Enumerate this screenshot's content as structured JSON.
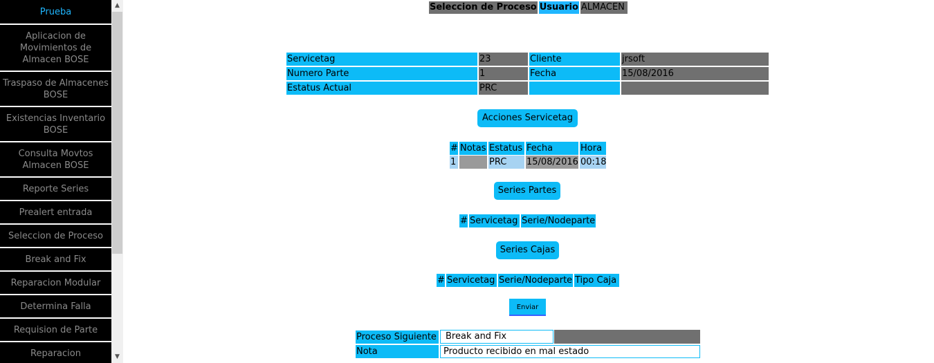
{
  "sidebar": {
    "items": [
      {
        "label": "Prueba",
        "active": true
      },
      {
        "label": "Aplicacion de Movimientos de Almacen BOSE"
      },
      {
        "label": "Traspaso de Almacenes BOSE"
      },
      {
        "label": "Existencias Inventario BOSE"
      },
      {
        "label": "Consulta Movtos Almacen BOSE"
      },
      {
        "label": "Reporte Series"
      },
      {
        "label": "Prealert entrada"
      },
      {
        "label": "Seleccion de Proceso"
      },
      {
        "label": "Break and Fix"
      },
      {
        "label": "Reparacion Modular"
      },
      {
        "label": "Determina Falla"
      },
      {
        "label": "Requision de Parte"
      },
      {
        "label": "Reparacion"
      }
    ]
  },
  "header": {
    "title": "Seleccion de Proceso",
    "user_label": "Usuario",
    "user_value": "ALMACEN"
  },
  "info": {
    "servicetag_label": "Servicetag",
    "servicetag_value": "23",
    "cliente_label": "Cliente",
    "cliente_value": "jrsoft",
    "numero_parte_label": "Numero Parte",
    "numero_parte_value": "1",
    "fecha_label": "Fecha",
    "fecha_value": "15/08/2016",
    "estatus_label": "Estatus Actual",
    "estatus_value": "PRC"
  },
  "acciones": {
    "title": "Acciones Servicetag",
    "headers": [
      "#",
      "Notas",
      "Estatus",
      "Fecha",
      "Hora"
    ],
    "rows": [
      {
        "num": "1",
        "notas": "",
        "estatus": "PRC",
        "fecha": "15/08/2016",
        "hora": "00:18"
      }
    ]
  },
  "series_partes": {
    "title": "Series Partes",
    "headers": [
      "#",
      "Servicetag",
      "Serie/Nodeparte"
    ]
  },
  "series_cajas": {
    "title": "Series Cajas",
    "headers": [
      "#",
      "Servicetag",
      "Serie/Nodeparte",
      "Tipo Caja"
    ]
  },
  "submit_label": "Enviar",
  "form": {
    "proceso_label": "Proceso Siguiente",
    "proceso_value": "Break and Fix",
    "nota_label": "Nota",
    "nota_value": "Producto recibido en mal estado"
  }
}
